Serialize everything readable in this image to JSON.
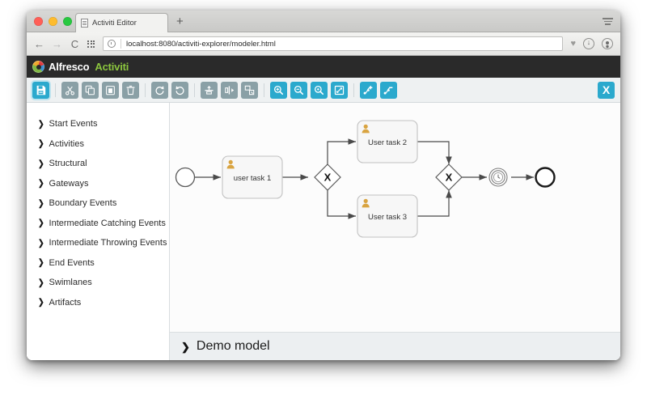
{
  "browser": {
    "tab": {
      "title": "Activiti Editor",
      "favicon": "page-icon"
    },
    "new_tab_label": "+",
    "nav": {
      "back": "←",
      "forward": "→",
      "reload": "C",
      "apps": "apps-grid-icon"
    },
    "url": "localhost:8080/activiti-explorer/modeler.html",
    "bookmark_icon": "♥",
    "download_icon": "download-icon",
    "profile_icon": "profile-icon",
    "menu_icon": "hamburger-menu-icon"
  },
  "app_header": {
    "logo": "alfresco-logo",
    "brand_primary": "Alfresco",
    "brand_secondary": "Activiti",
    "colors": {
      "bar": "#2a2a2a",
      "primary_text": "#ffffff",
      "secondary_text": "#8cc63e"
    }
  },
  "toolbar": {
    "accent_color": "#2ba9cd",
    "muted_color": "#8aa0a6",
    "buttons": [
      {
        "name": "save-button",
        "icon": "floppy-disk-icon",
        "style": "save"
      },
      {
        "name": "cut-button",
        "icon": "scissors-icon",
        "style": "gray"
      },
      {
        "name": "copy-button",
        "icon": "copy-icon",
        "style": "gray"
      },
      {
        "name": "paste-button",
        "icon": "paste-icon",
        "style": "gray"
      },
      {
        "name": "delete-button",
        "icon": "trash-icon",
        "style": "gray"
      },
      {
        "name": "redo-button",
        "icon": "redo-arrow-icon",
        "style": "gray"
      },
      {
        "name": "undo-button",
        "icon": "undo-arrow-icon",
        "style": "gray"
      },
      {
        "name": "align-vertical-button",
        "icon": "align-vertical-icon",
        "style": "gray"
      },
      {
        "name": "align-horizontal-button",
        "icon": "align-horizontal-icon",
        "style": "gray"
      },
      {
        "name": "same-size-button",
        "icon": "resize-icon",
        "style": "gray"
      },
      {
        "name": "zoom-in-button",
        "icon": "magnifier-plus-icon",
        "style": "teal"
      },
      {
        "name": "zoom-out-button",
        "icon": "magnifier-minus-icon",
        "style": "teal"
      },
      {
        "name": "zoom-actual-button",
        "icon": "magnifier-icon",
        "style": "teal"
      },
      {
        "name": "zoom-fit-button",
        "icon": "fit-screen-icon",
        "style": "teal"
      },
      {
        "name": "add-bendpoint-button",
        "icon": "bendpoint-add-icon",
        "style": "teal"
      },
      {
        "name": "remove-bendpoint-button",
        "icon": "bendpoint-remove-icon",
        "style": "teal"
      }
    ],
    "close_label": "X"
  },
  "palette": {
    "items": [
      {
        "label": "Start Events"
      },
      {
        "label": "Activities"
      },
      {
        "label": "Structural"
      },
      {
        "label": "Gateways"
      },
      {
        "label": "Boundary Events"
      },
      {
        "label": "Intermediate Catching Events"
      },
      {
        "label": "Intermediate Throwing Events"
      },
      {
        "label": "End Events"
      },
      {
        "label": "Swimlanes"
      },
      {
        "label": "Artifacts"
      }
    ]
  },
  "diagram": {
    "nodes": [
      {
        "id": "start",
        "type": "start-event",
        "label": ""
      },
      {
        "id": "task1",
        "type": "user-task",
        "label": "user task 1"
      },
      {
        "id": "gw1",
        "type": "exclusive-gateway",
        "label": "X"
      },
      {
        "id": "task2",
        "type": "user-task",
        "label": "User task 2"
      },
      {
        "id": "task3",
        "type": "user-task",
        "label": "User task 3"
      },
      {
        "id": "gw2",
        "type": "exclusive-gateway",
        "label": "X"
      },
      {
        "id": "timer",
        "type": "intermediate-catching-event",
        "label": ""
      },
      {
        "id": "end",
        "type": "end-event",
        "label": ""
      }
    ],
    "edges": [
      {
        "from": "start",
        "to": "task1"
      },
      {
        "from": "task1",
        "to": "gw1"
      },
      {
        "from": "gw1",
        "to": "task2"
      },
      {
        "from": "gw1",
        "to": "task3"
      },
      {
        "from": "task2",
        "to": "gw2"
      },
      {
        "from": "task3",
        "to": "gw2"
      },
      {
        "from": "gw2",
        "to": "timer"
      },
      {
        "from": "timer",
        "to": "end"
      }
    ],
    "colors": {
      "task_fill": "#f7f7f7",
      "task_stroke": "#bfbfbf",
      "user_icon": "#d9a441",
      "stroke": "#4a4a4a",
      "canvas": "#fcfcfc"
    }
  },
  "model_bar": {
    "chevron": "❯",
    "label": "Demo model"
  }
}
